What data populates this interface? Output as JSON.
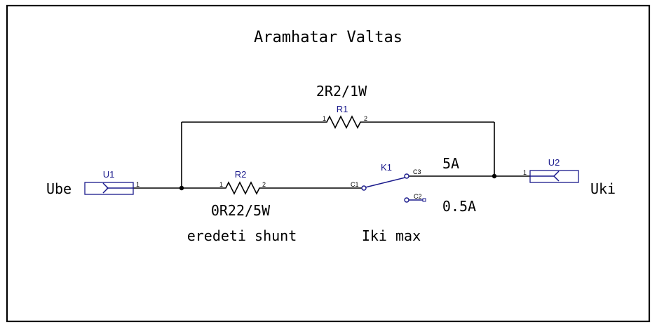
{
  "title": "Aramhatar Valtas",
  "r1": {
    "ref": "R1",
    "value": "2R2/1W",
    "pin1": "1",
    "pin2": "2"
  },
  "r2": {
    "ref": "R2",
    "value": "0R22/5W",
    "note": "eredeti shunt",
    "pin1": "1",
    "pin2": "2"
  },
  "k1": {
    "ref": "K1",
    "label": "Iki max",
    "c1": "C1",
    "c2": "C2",
    "c3": "C3",
    "pos_c3": "5A",
    "pos_c2": "0.5A"
  },
  "u1": {
    "ref": "U1",
    "name": "Ube",
    "pin": "1"
  },
  "u2": {
    "ref": "U2",
    "name": "Uki",
    "pin": "1"
  }
}
